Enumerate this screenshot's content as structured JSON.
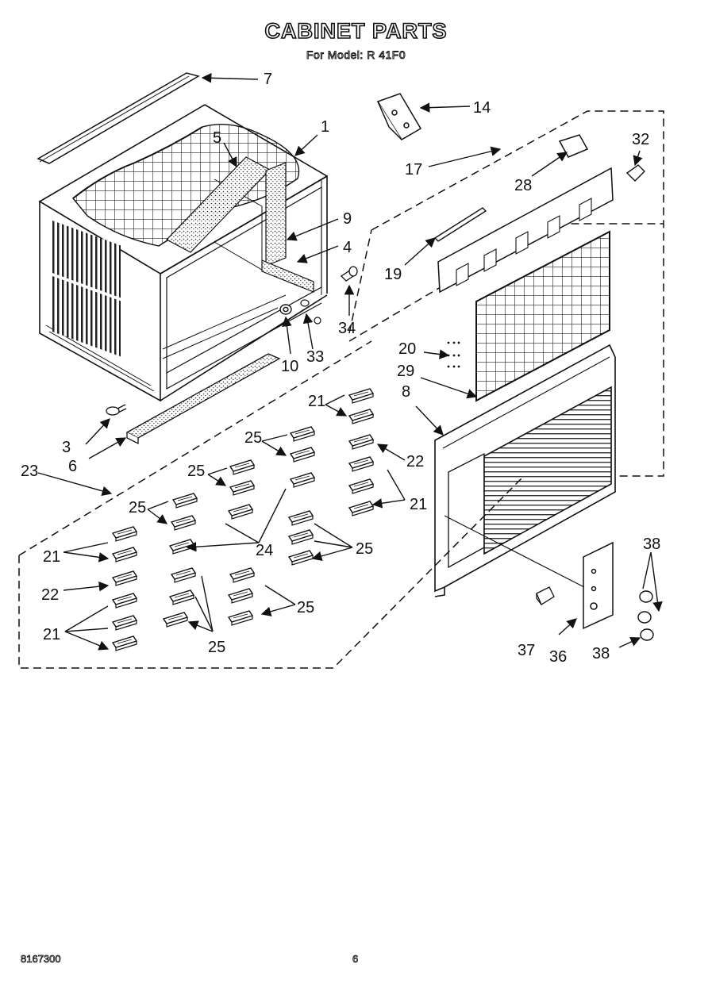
{
  "header": {
    "title": "CABINET PARTS",
    "subtitle": "For Model: R 41F0"
  },
  "footer": {
    "doc_number": "8167300",
    "page_number": "6"
  },
  "callouts": [
    "7",
    "1",
    "5",
    "9",
    "4",
    "34",
    "33",
    "10",
    "3",
    "6",
    "14",
    "17",
    "32",
    "28",
    "19",
    "20",
    "29",
    "8",
    "21",
    "25",
    "22",
    "23",
    "24",
    "37",
    "36",
    "38"
  ]
}
